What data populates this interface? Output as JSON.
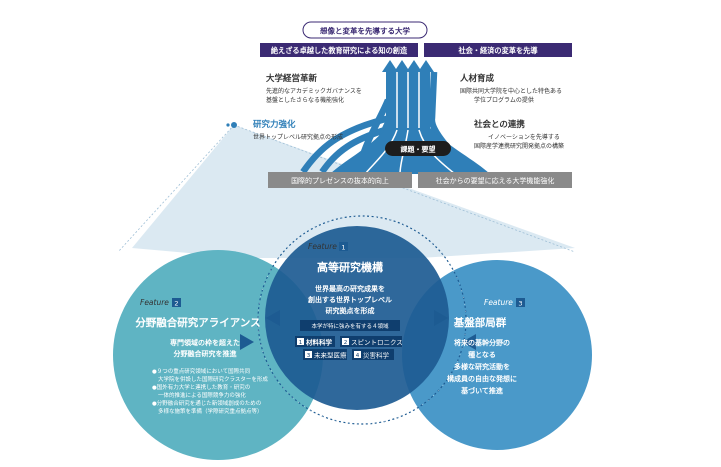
{
  "top": {
    "vision": "想像と変革を先導する大学",
    "left_banner": "絶えざる卓越した教育研究による知の創造",
    "right_banner": "社会・経済の変革を先導"
  },
  "pillars": {
    "management": {
      "title": "大学経営革新",
      "desc1": "先進的なアカデミックガバナンスを",
      "desc2": "基盤としたさらなる機能強化"
    },
    "hr": {
      "title": "人材育成",
      "desc1": "国際共同大学院を中心とした特色ある",
      "desc2": "学位プログラムの提供"
    },
    "research": {
      "title": "研究力強化",
      "desc": "世界トップレベル研究拠点の形成"
    },
    "society": {
      "title": "社会との連携",
      "desc1": "イノベーションを先導する",
      "desc2": "国際産学連携研究開発拠点の構築"
    }
  },
  "issues_label": "課題・要望",
  "bottom_bars": {
    "left": "国際的プレゼンスの抜本的向上",
    "right": "社会からの要望に応える大学機能強化"
  },
  "feature1": {
    "tag": "Feature",
    "num": "1",
    "title": "高等研究機構",
    "line1": "世界最高の研究成果を",
    "line2": "創出する世界トップレベル",
    "line3": "研究拠点を形成",
    "areas_label": "本学が特に強みを有する４領域",
    "areas": [
      {
        "num": "1",
        "name": "材料科学"
      },
      {
        "num": "2",
        "name": "スピントロニクス"
      },
      {
        "num": "3",
        "name": "未来型医療"
      },
      {
        "num": "4",
        "name": "災害科学"
      }
    ]
  },
  "feature2": {
    "tag": "Feature",
    "num": "2",
    "title": "分野融合研究アライアンス",
    "line1": "専門領域の枠を超えた",
    "line2": "分野融合研究を推進",
    "bullets": [
      "●９つの重点研究領域において国際共同",
      "大学院を併設した国際研究クラスターを形成",
      "●国外有力大学と連携した教育・研究の",
      "一体的推進による国際競争力の強化",
      "●分野融合研究を通じた新領域創成のための",
      "多様な施策を準備（学際研究重点拠点等）"
    ]
  },
  "feature3": {
    "tag": "Feature",
    "num": "3",
    "title": "基盤部局群",
    "line1": "将来の基幹分野の",
    "line2": "種となる",
    "line3": "多様な研究活動を",
    "line4": "構成員の自由な発想に",
    "line5": "基づいて推進"
  },
  "colors": {
    "navy": "#3b2a73",
    "blue": "#2f7fb8",
    "light_blue": "#cfe1ee",
    "teal": "#5fb4c3",
    "sky": "#4a99c9",
    "dark_blue": "#1d5b92",
    "gray": "#8a8a8a"
  }
}
